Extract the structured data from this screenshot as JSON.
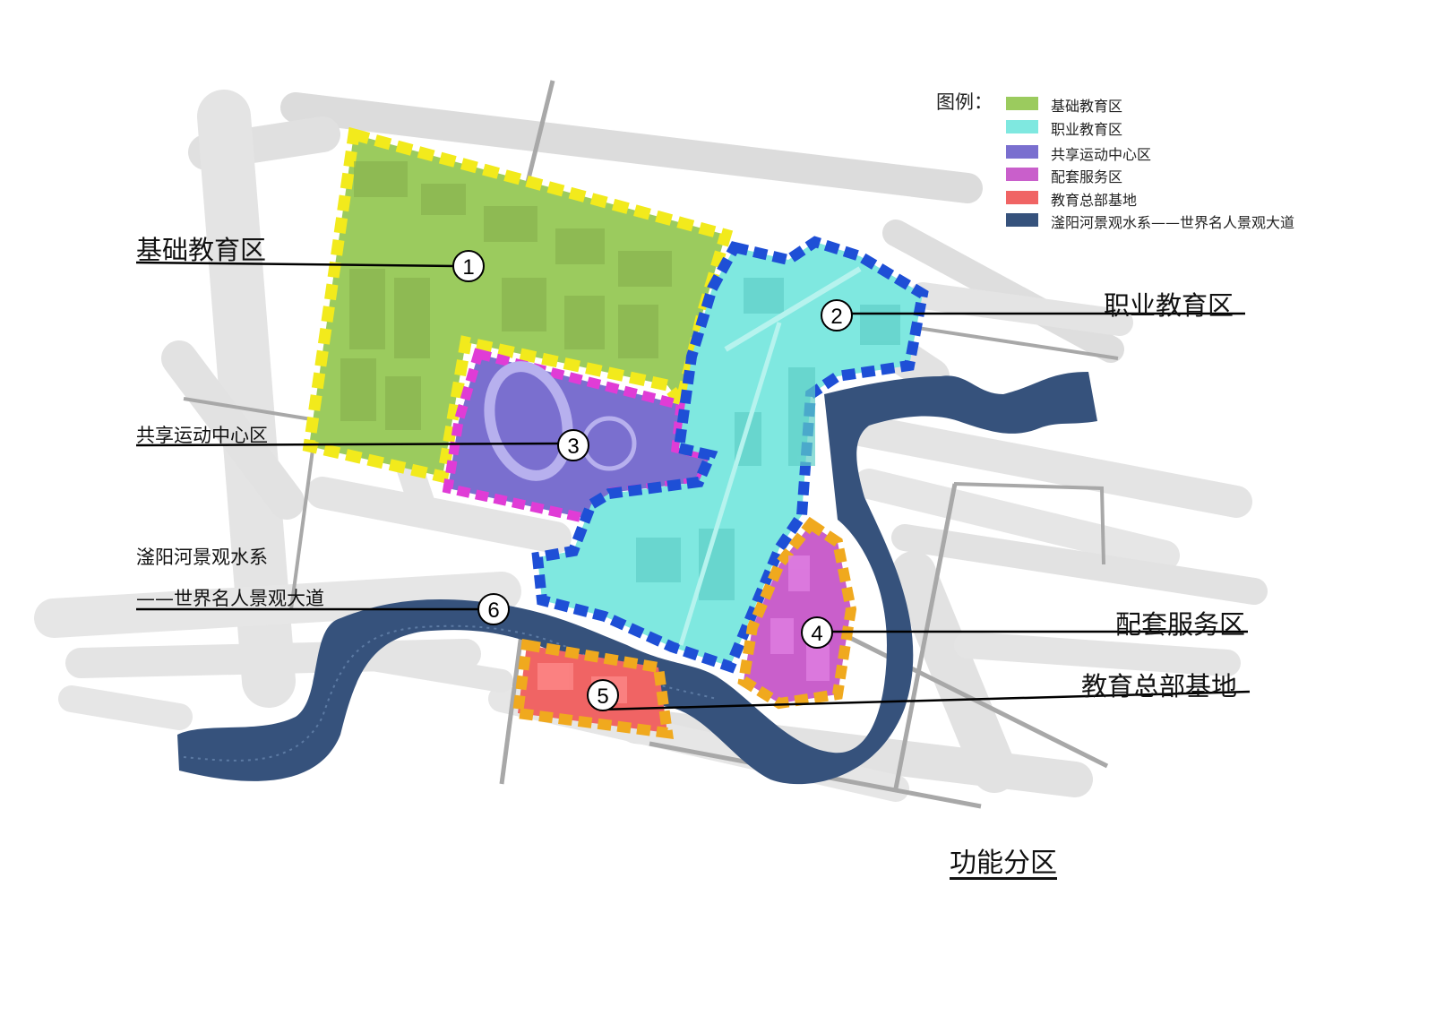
{
  "legend": {
    "title": "图例：",
    "items": [
      {
        "label": "基础教育区",
        "color": "#9bcb5e"
      },
      {
        "label": "职业教育区",
        "color": "#7fe8e0"
      },
      {
        "label": "共享运动中心区",
        "color": "#7a6fcf"
      },
      {
        "label": "配套服务区",
        "color": "#c95fcb"
      },
      {
        "label": "教育总部基地",
        "color": "#f06464"
      },
      {
        "label": "滏阳河景观水系——世界名人景观大道",
        "color": "#36527c"
      }
    ]
  },
  "callouts": {
    "basic": "基础教育区",
    "vocational": "职业教育区",
    "sports": "共享运动中心区",
    "river_line1": "滏阳河景观水系",
    "river_line2": "——世界名人景观大道",
    "services": "配套服务区",
    "hq": "教育总部基地"
  },
  "zones": [
    {
      "id": "1",
      "label": "1",
      "name": "基础教育区",
      "fill": "#9bcb5e",
      "border": "#f2ea1c"
    },
    {
      "id": "2",
      "label": "2",
      "name": "职业教育区",
      "fill": "#7fe8e0",
      "border": "#1e4fd6"
    },
    {
      "id": "3",
      "label": "3",
      "name": "共享运动中心区",
      "fill": "#7a6fcf",
      "border": "#e03cd6"
    },
    {
      "id": "4",
      "label": "4",
      "name": "配套服务区",
      "fill": "#c95fcb",
      "border": "#f0a91e"
    },
    {
      "id": "5",
      "label": "5",
      "name": "教育总部基地",
      "fill": "#f06464",
      "border": "#f0a91e"
    },
    {
      "id": "6",
      "label": "6",
      "name": "滏阳河景观水系——世界名人景观大道",
      "fill": "#36527c",
      "border": ""
    }
  ],
  "map_title": "功能分区"
}
